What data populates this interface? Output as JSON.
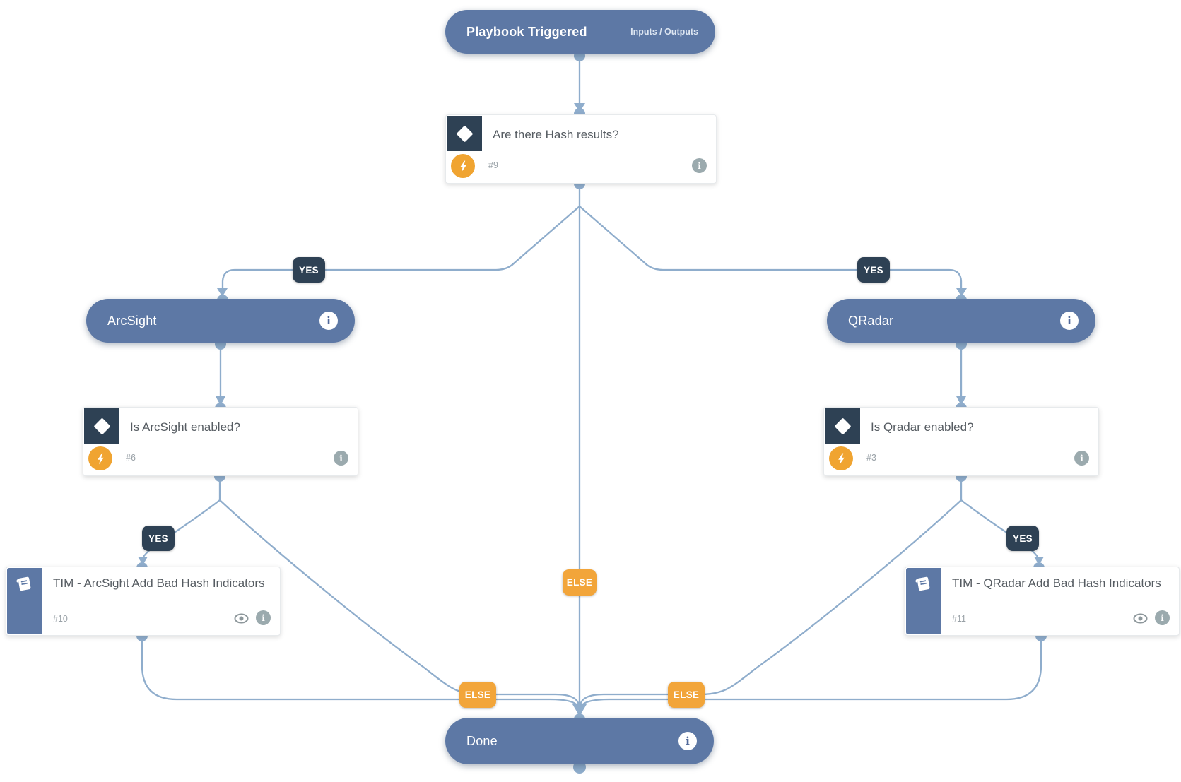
{
  "labels": {
    "yes": "YES",
    "else": "ELSE"
  },
  "nodes": {
    "playbook_triggered": {
      "title": "Playbook Triggered",
      "link": "Inputs / Outputs"
    },
    "are_there_hash_results": {
      "title": "Are there Hash results?",
      "task_id": "#9"
    },
    "arcsight": {
      "title": "ArcSight"
    },
    "qradar": {
      "title": "QRadar"
    },
    "is_arcsight_enabled": {
      "title": "Is ArcSight enabled?",
      "task_id": "#6"
    },
    "is_qradar_enabled": {
      "title": "Is Qradar enabled?",
      "task_id": "#3"
    },
    "tim_arcsight": {
      "title": "TIM - ArcSight Add Bad Hash Indicators",
      "task_id": "#10"
    },
    "tim_qradar": {
      "title": "TIM - QRadar Add Bad Hash Indicators",
      "task_id": "#11"
    },
    "done": {
      "title": "Done"
    }
  },
  "icons": {
    "condition": "diamond-icon",
    "automation": "lightning-icon",
    "sub_playbook": "book-icon",
    "details": "info-icon",
    "preview": "eye-icon"
  },
  "colors": {
    "node_blue": "#5d78a5",
    "dark_navy": "#2e4154",
    "connector_blue": "#8fadcc",
    "orange": "#f2a53a"
  }
}
